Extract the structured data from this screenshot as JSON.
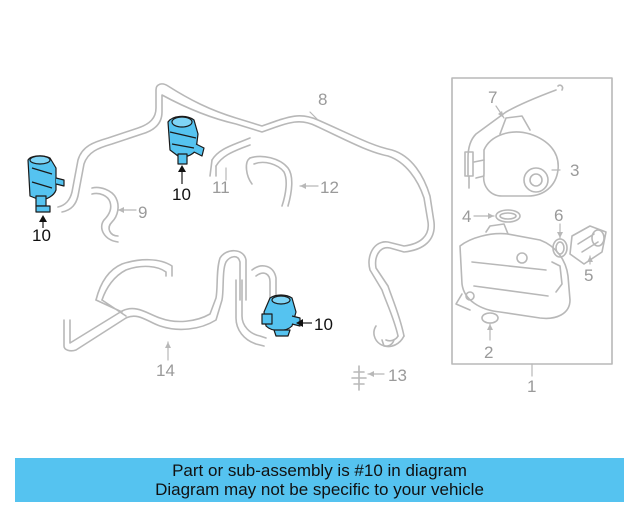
{
  "callouts": {
    "c1": "1",
    "c2": "2",
    "c3": "3",
    "c4": "4",
    "c5": "5",
    "c6": "6",
    "c7": "7",
    "c8": "8",
    "c9": "9",
    "c11": "11",
    "c12": "12",
    "c13": "13",
    "c14": "14",
    "c10a": "10",
    "c10b": "10",
    "c10c": "10"
  },
  "highlighted_part": "10",
  "colors": {
    "highlight": "#55c3f0",
    "line": "#b5b5b5",
    "banner": "#55c3f0"
  },
  "banner": {
    "line1": "Part or sub-assembly is #10 in diagram",
    "line2": "Diagram may not be specific to your vehicle"
  }
}
